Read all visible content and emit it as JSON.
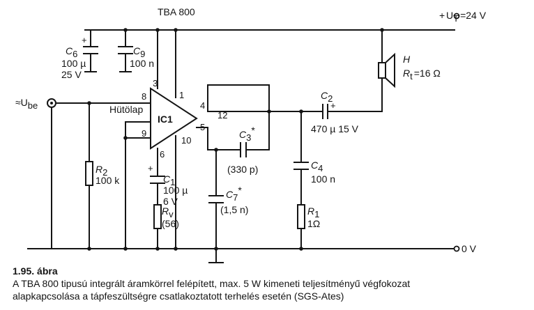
{
  "chip_title": "TBA 800",
  "supply": {
    "label": "+U",
    "sub": "T",
    "value": "=24 V"
  },
  "ground_label": "0 V",
  "input": {
    "label": "≈U",
    "sub": "be"
  },
  "ic": {
    "name": "IC1",
    "heatsink": "Hütölap",
    "pins": [
      "3",
      "1",
      "8",
      "4",
      "12",
      "5",
      "9",
      "6",
      "10"
    ]
  },
  "speaker": {
    "name": "H",
    "r_label": "R",
    "r_sub": "t",
    "r_value": "=16 Ω"
  },
  "components": {
    "c6": {
      "n": "C",
      "s": "6",
      "v1": "100 µ",
      "v2": "25 V"
    },
    "c9": {
      "n": "C",
      "s": "9",
      "v1": "100 n"
    },
    "c2": {
      "n": "C",
      "s": "2",
      "v1": "470 µ 15 V"
    },
    "c3": {
      "n": "C",
      "s": "3",
      "star": "*",
      "v1": "(330 p)"
    },
    "c4": {
      "n": "C",
      "s": "4",
      "v1": "100 n"
    },
    "c7": {
      "n": "C",
      "s": "7",
      "star": "*",
      "v1": "(1,5 n)"
    },
    "c1": {
      "n": "C",
      "s": "1",
      "v1": "100 µ",
      "v2": "6 V"
    },
    "r2": {
      "n": "R",
      "s": "2",
      "v1": "100 k"
    },
    "rv": {
      "n": "R",
      "s": "v",
      "v1": "(56)"
    },
    "r1": {
      "n": "R",
      "s": "1",
      "v1": "1Ω"
    }
  },
  "caption": {
    "number": "1.95. ábra",
    "line1": "A TBA 800 tipusú integrált áramkörrel felépített, max. 5 W kimeneti teljesítményű végfokozat",
    "line2": "alapkapcsolása a tápfeszültségre csatlakoztatott terhelés esetén (SGS-Ates)"
  }
}
